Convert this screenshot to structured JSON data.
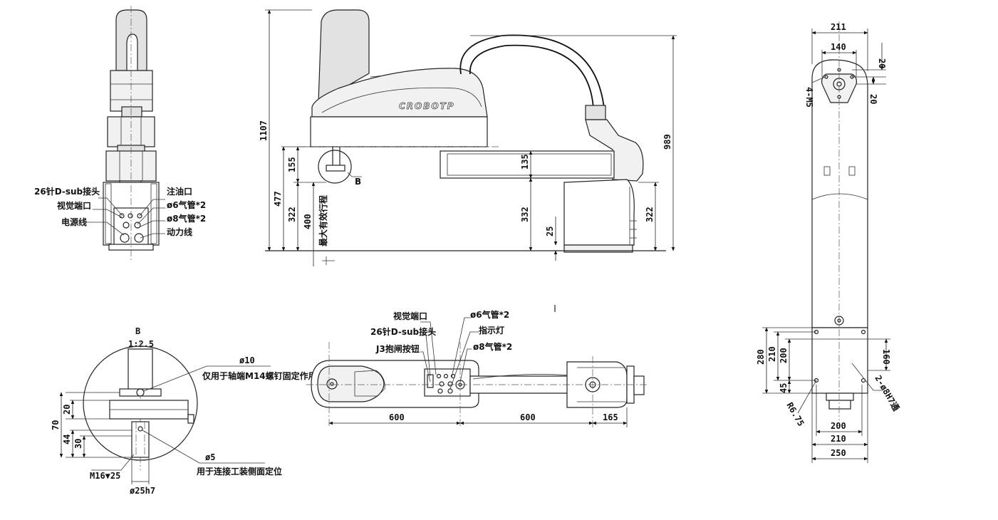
{
  "brand_text": "CROBOTP",
  "front_view": {
    "callouts": [
      "26针D-sub接头",
      "视觉端口",
      "电源线",
      "注油口",
      "ø6气管*2",
      "ø8气管*2",
      "动力线"
    ]
  },
  "side_view": {
    "dims": {
      "total_height": "1107",
      "arm_thickness": "155",
      "base_height_left": "477",
      "flange_height": "322",
      "stroke_value": "400",
      "stroke_label": "最大有效行程",
      "arm2_thickness": "135",
      "under_arm": "332",
      "foot": "25",
      "overall_right": "989",
      "base_right": "322"
    },
    "detail_ref": "B"
  },
  "detail_b": {
    "title": "B",
    "scale": "1:2.5",
    "dia10": "ø10",
    "note10": "仅用于轴端M14螺钉固定作用",
    "dim20": "20",
    "dim70": "70",
    "dim44": "44",
    "dim30": "30",
    "thread": "M16▼25",
    "shaft": "ø25h7",
    "dia5": "ø5",
    "note5": "用于连接工装侧面定位"
  },
  "top_view": {
    "callouts": [
      "视觉端口",
      "26针D-sub接头",
      "J3抱闸按钮",
      "ø6气管*2",
      "指示灯",
      "ø8气管*2"
    ],
    "dims": [
      "600",
      "600",
      "165"
    ]
  },
  "right_view": {
    "top_dims": [
      "211",
      "140",
      "20",
      "20"
    ],
    "tap": "4-M5",
    "left_dims": [
      "280",
      "210",
      "200",
      "45"
    ],
    "d160": "160",
    "pin": "2-ø8H7通",
    "radius": "R6.75",
    "bottom_dims": [
      "200",
      "210",
      "250"
    ]
  }
}
